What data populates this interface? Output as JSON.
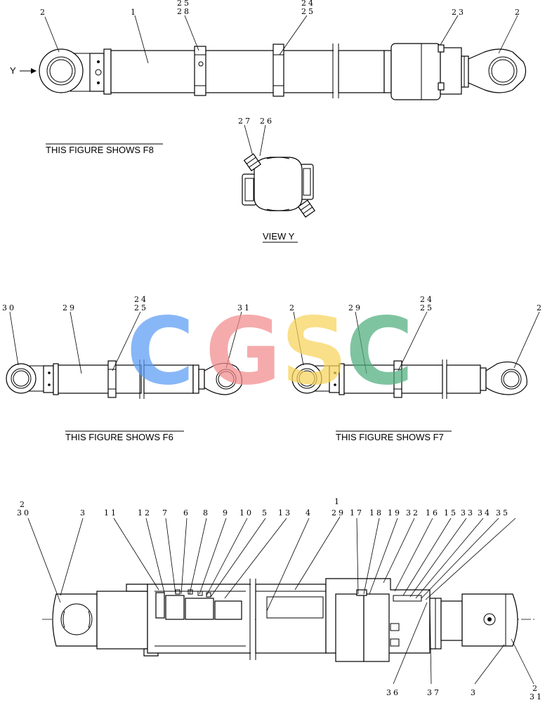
{
  "captions": {
    "f8": "THIS FIGURE SHOWS  F8",
    "view_y": "VIEW  Y",
    "f6": "THIS FIGURE SHOWS  F6",
    "f7": "THIS FIGURE SHOWS  F7",
    "y_arrow": "Y"
  },
  "watermark": {
    "letters": [
      "C",
      "G",
      "S",
      "C"
    ],
    "colors": [
      "#5b9cf5",
      "#f28c8c",
      "#f7d35a",
      "#4fae7e"
    ]
  },
  "callouts": {
    "top": [
      "2",
      "1",
      "25",
      "28",
      "24",
      "25",
      "23",
      "2"
    ],
    "view_y": [
      "27",
      "26"
    ],
    "f6": [
      "30",
      "29",
      "24",
      "25",
      "31"
    ],
    "f7": [
      "2",
      "29",
      "24",
      "25",
      "2"
    ],
    "section_top": [
      "2",
      "30",
      "3",
      "11",
      "12",
      "7",
      "6",
      "8",
      "9",
      "10",
      "5",
      "13",
      "4",
      "1",
      "29",
      "17",
      "18",
      "19",
      "32",
      "16",
      "15",
      "33",
      "34",
      "35"
    ],
    "section_bottom": [
      "36",
      "37",
      "3",
      "2",
      "31"
    ]
  }
}
